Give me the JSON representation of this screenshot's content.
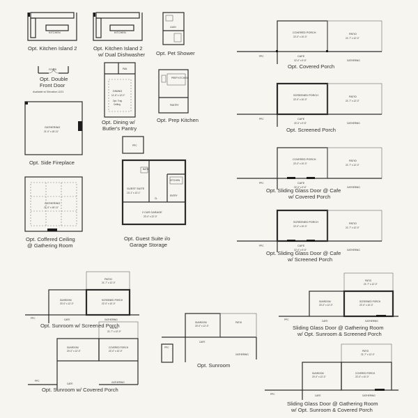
{
  "captions": {
    "kitchen_island_2": "Opt. Kitchen Island 2",
    "kitchen_island_2_dw_1": "Opt. Kitchen Island 2",
    "kitchen_island_2_dw_2": "w/ Dual Dishwasher",
    "pet_shower": "Opt. Pet Shower",
    "double_front_door_1": "Opt. Double",
    "double_front_door_2": "Front Door",
    "dining_butlers_1": "Opt. Dining w/",
    "dining_butlers_2": "Butler's Pantry",
    "prep_kitchen": "Opt. Prep Kitchen",
    "side_fireplace": "Opt. Side Fireplace",
    "guest_suite_1": "Opt. Guest Suite i/o",
    "guest_suite_2": "Garage Storage",
    "coffered_1": "Opt. Coffered Ceiling",
    "coffered_2": "@ Gathering Room",
    "covered_porch": "Opt. Covered Porch",
    "screened_porch": "Opt. Screened Porch",
    "sgd_covered_1": "Opt. Sliding Glass Door @ Cafe",
    "sgd_covered_2": "w/ Covered Porch",
    "sgd_screened_1": "Opt. Sliding Glass Door @ Cafe",
    "sgd_screened_2": "w/ Screened Porch",
    "sunroom_screened": "Opt. Sunroom w/ Screened Porch",
    "sunroom": "Opt. Sunroom",
    "sunroom_covered": "Opt. Sunroom w/ Covered Porch",
    "sgd_gathering_sunroom_screened_1": "Sliding Glass Door @ Gathering Room",
    "sgd_gathering_sunroom_screened_2": "w/ Opt. Sunroom & Screened Porch",
    "sgd_gathering_sunroom_covered_1": "Sliding Glass Door @ Gathering Room",
    "sgd_gathering_sunroom_covered_2": "w/ Opt. Sunroom & Covered Porch"
  },
  "notes": {
    "double_door_availability": "Available w/ Elevation LD21"
  },
  "rooms": {
    "kitchen": "KITCHEN",
    "laun": "LAUN",
    "foyer": "FOYER",
    "pan": "PAN",
    "dining": "DINING",
    "dining_size": "11'-6\" x 12'-0\"",
    "opt_tray": "Opt. Tray",
    "ceiling": "Ceiling",
    "prep_kitchen": "PREP KITCHEN",
    "pantry": "PANTRY",
    "gathering": "GATHERING",
    "gathering_size": "21'-0\" x 18'-11\"",
    "ppc": "PPC",
    "bath": "BATH",
    "guest_suite": "GUEST SUITE",
    "guest_suite_size": "13'-1\" x 13'-1\"",
    "entry": "ENTRY",
    "cl": "CL",
    "garage": "2 CAR GARAGE",
    "garage_size": "20'-0\" x 22'-0\"",
    "covered_porch": "COVERED PORCH",
    "covered_porch_size": "22'-0\" x 10'-0\"",
    "screened_porch": "SCREENED PORCH",
    "screened_porch_size": "22'-0\" x 10'-0\"",
    "patio": "PATIO",
    "patio_size": "21'-7\" x 12'-0\"",
    "cafe": "CAFE",
    "cafe_size": "22'-0\" x 9'-5\"",
    "sunroom": "SUNROOM",
    "sunroom_size": "20'-0\" x 12'-0\"",
    "gathering_caps": "GATHERING"
  }
}
